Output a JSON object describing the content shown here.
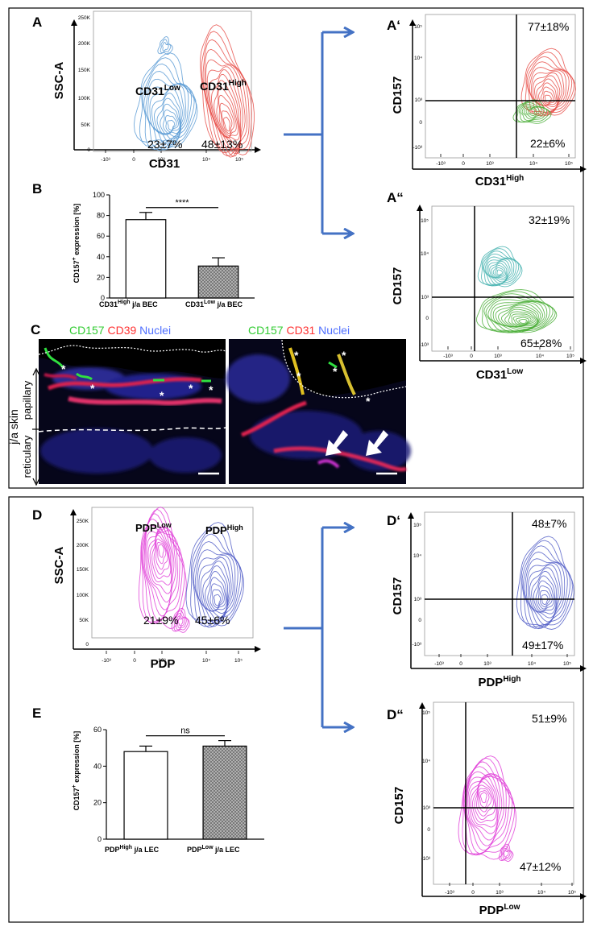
{
  "colors": {
    "blue": "#5b9bd5",
    "red": "#e8504a",
    "green": "#4caf3a",
    "cyan": "#46b3b0",
    "magenta": "#e040d8",
    "indigo": "#5560c8",
    "arrow": "#4472c4",
    "green_text": "#33cc33",
    "red_text": "#ff3333",
    "blue_text": "#4f6fff"
  },
  "icons": {
    "branch": "branch-arrow-icon",
    "white_arrow": "white-arrow-icon",
    "asterisk": "asterisk-icon"
  },
  "ticks": {
    "biex": [
      "-10³",
      "0",
      "10³",
      "10⁴",
      "10⁵"
    ],
    "biex_y": [
      "10⁵",
      "10⁴",
      "10³",
      "0",
      "-10³"
    ],
    "ssc": [
      "250K",
      "200K",
      "150K",
      "100K",
      "50K",
      "0"
    ]
  },
  "panelA": {
    "label": "A",
    "ylabel": "SSC-A",
    "xlabel": "CD31",
    "gate_low_base": "CD31",
    "gate_low_sup": "Low",
    "gate_high_base": "CD31",
    "gate_high_sup": "High",
    "pct_low": "23±7%",
    "pct_high": "48±13%"
  },
  "panelA1": {
    "label": "A‘",
    "ylabel": "CD157",
    "xlabel_base": "CD31",
    "xlabel_sup": "High",
    "q_top": "77±18%",
    "q_bottom": "22±6%"
  },
  "panelA2": {
    "label": "A“",
    "ylabel": "CD157",
    "xlabel_base": "CD31",
    "xlabel_sup": "Low",
    "q_top": "32±19%",
    "q_bottom": "65±28%"
  },
  "panelB": {
    "label": "B",
    "sig": "****",
    "cat1_base": "CD31",
    "cat1_sup": "High",
    "cat1_suffix": " j/a BEC",
    "cat2_base": "CD31",
    "cat2_sup": "Low",
    "cat2_suffix": " j/a BEC"
  },
  "panelC": {
    "label": "C",
    "left_title": {
      "a": "CD157",
      "b": "CD39",
      "c": "Nuclei"
    },
    "right_title": {
      "a": "CD157",
      "b": "CD31",
      "c": "Nuclei"
    },
    "side_main": "j/a skin",
    "side_upper": "papillary",
    "side_lower": "reticulary",
    "asterisk": "*"
  },
  "panelD": {
    "label": "D",
    "ylabel": "SSC-A",
    "xlabel": "PDP",
    "gate_low_base": "PDP",
    "gate_low_sup": "Low",
    "gate_high_base": "PDP",
    "gate_high_sup": "High",
    "pct_low": "21±9%",
    "pct_high": "45±6%"
  },
  "panelD1": {
    "label": "D‘",
    "ylabel": "CD157",
    "xlabel_base": "PDP",
    "xlabel_sup": "High",
    "q_top": "48±7%",
    "q_bottom": "49±17%"
  },
  "panelD2": {
    "label": "D“",
    "ylabel": "CD157",
    "xlabel_base": "PDP",
    "xlabel_sup": "Low",
    "q_top": "51±9%",
    "q_bottom": "47±12%"
  },
  "panelE": {
    "label": "E",
    "sig": "ns",
    "cat1_base": "PDP",
    "cat1_sup": "High",
    "cat1_suffix": " j/a LEC",
    "cat2_base": "PDP",
    "cat2_sup": "Low",
    "cat2_suffix": " j/a LEC"
  },
  "chart_data": [
    {
      "type": "bar",
      "panel": "B",
      "categories": [
        "CD31High j/a BEC",
        "CD31Low j/a BEC"
      ],
      "values": [
        76,
        31
      ],
      "errors": [
        7,
        8
      ],
      "ylabel": "CD157⁺ expression [%]",
      "ylim": [
        0,
        100
      ],
      "yticks": [
        0,
        20,
        40,
        60,
        80,
        100
      ],
      "significance": "****"
    },
    {
      "type": "bar",
      "panel": "E",
      "categories": [
        "PDPHigh j/a LEC",
        "PDPLow j/a LEC"
      ],
      "values": [
        48,
        51
      ],
      "errors": [
        3,
        3
      ],
      "ylabel": "CD157⁺ expression [%]",
      "ylim": [
        0,
        60
      ],
      "yticks": [
        0,
        20,
        40,
        60
      ],
      "significance": "ns"
    }
  ]
}
